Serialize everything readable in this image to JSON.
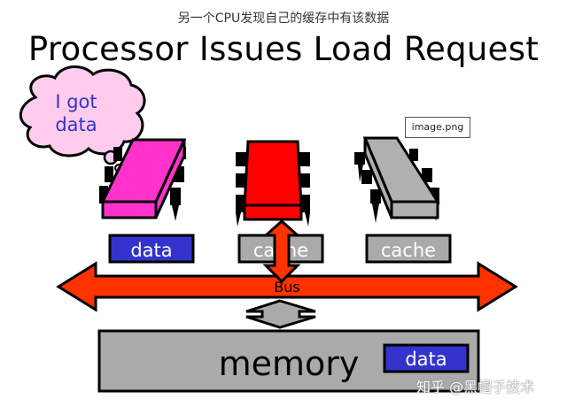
{
  "caption": "另一个CPU发现自己的缓存中有该数据",
  "title": "Processor Issues Load Request",
  "thought_bubble": {
    "line1": "I got",
    "line2": "data"
  },
  "processors": [
    {
      "name": "cpu-left",
      "color": "#ff33cc",
      "cache_label": "data",
      "cache_color": "#3333cc"
    },
    {
      "name": "cpu-middle",
      "color": "#ff0000",
      "cache_label": "cache",
      "cache_color": "#aaaaaa"
    },
    {
      "name": "cpu-right",
      "color": "#b0b0b0",
      "cache_label": "cache",
      "cache_color": "#aaaaaa"
    }
  ],
  "tooltip": "image.png",
  "bus": {
    "label": "Bus",
    "color": "#ff3300"
  },
  "memory": {
    "label": "memory",
    "data_label": "data",
    "color": "#aaaaaa",
    "data_color": "#3333cc"
  },
  "watermark": "知乎 @黑帽子技术",
  "colors": {
    "cloud": "#ffccee",
    "cloud_text": "#3333cc"
  }
}
